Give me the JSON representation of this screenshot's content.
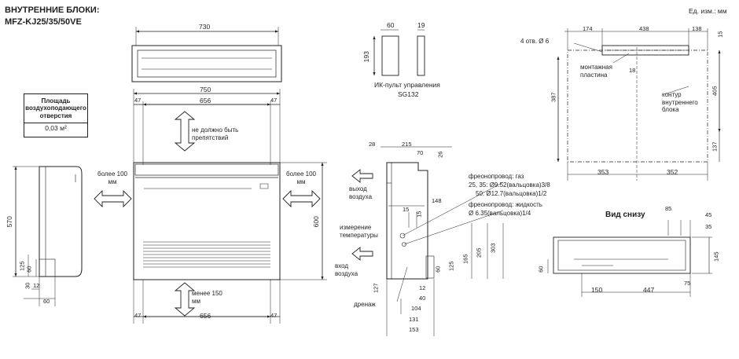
{
  "header": {
    "title_line1": "ВНУТРЕННИЕ БЛОКИ:",
    "title_line2": "MFZ-KJ25/35/50VE",
    "units": "Ед. изм.: мм"
  },
  "info_box": {
    "heading": "Площадь воздухоподающего отверстия",
    "value": "0,03 м²"
  },
  "top_view": {
    "width": "730"
  },
  "front_view": {
    "overall": "750",
    "inner_top": "656",
    "inner_bottom": "656",
    "side_top_left": "47",
    "side_top_right": "47",
    "side_bottom_left": "47",
    "side_bottom_right": "47",
    "height": "600",
    "clearance_top": "не должно быть препятствий",
    "clearance_left": "более 100 мм",
    "clearance_right": "более 100 мм",
    "clearance_bottom": "менее 150 мм"
  },
  "left_side": {
    "height": "570",
    "d125": "125",
    "d60": "60",
    "d30": "30",
    "d12": "12",
    "d60b": "60"
  },
  "remote": {
    "w60": "60",
    "w19": "19",
    "h193": "193",
    "label": "ИК-пульт управления",
    "model": "SG132"
  },
  "side_detail": {
    "d28": "28",
    "d215": "215",
    "d70": "70",
    "d26": "26",
    "d148": "148",
    "d15a": "15",
    "d15b": "15",
    "d60": "60",
    "d125": "125",
    "d165": "165",
    "d205": "205",
    "d303": "303",
    "d127": "127",
    "d12": "12",
    "d40": "40",
    "d104": "104",
    "d131": "131",
    "d153": "153",
    "air_out": "выход воздуха",
    "air_in": "вход воздуха",
    "temp": "измерение температуры",
    "drain": "дренаж",
    "gas_line1": "фреонопровод: газ",
    "gas_line2": "25, 35: Ø9.52(вальцовка)3/8",
    "gas_line3": "50: Ø12.7(вальцовка)1/2",
    "liq_line1": "фреонопровод: жидкость",
    "liq_line2": "Ø 6.35(вальцовка)1/4"
  },
  "mount_plate": {
    "holes": "4 отв. Ø 6",
    "d174": "174",
    "d438": "438",
    "d138": "138",
    "d15": "15",
    "d18": "18",
    "d387": "387",
    "d405": "405",
    "d137": "137",
    "d353": "353",
    "d352": "352",
    "plate_label": "монтажная пластина",
    "contour_label": "контур внутреннего блока"
  },
  "bottom_view": {
    "title": "Вид снизу",
    "d85": "85",
    "d45": "45",
    "d35": "35",
    "d145": "145",
    "d60": "60",
    "d75": "75",
    "d150": "150",
    "d447": "447"
  }
}
